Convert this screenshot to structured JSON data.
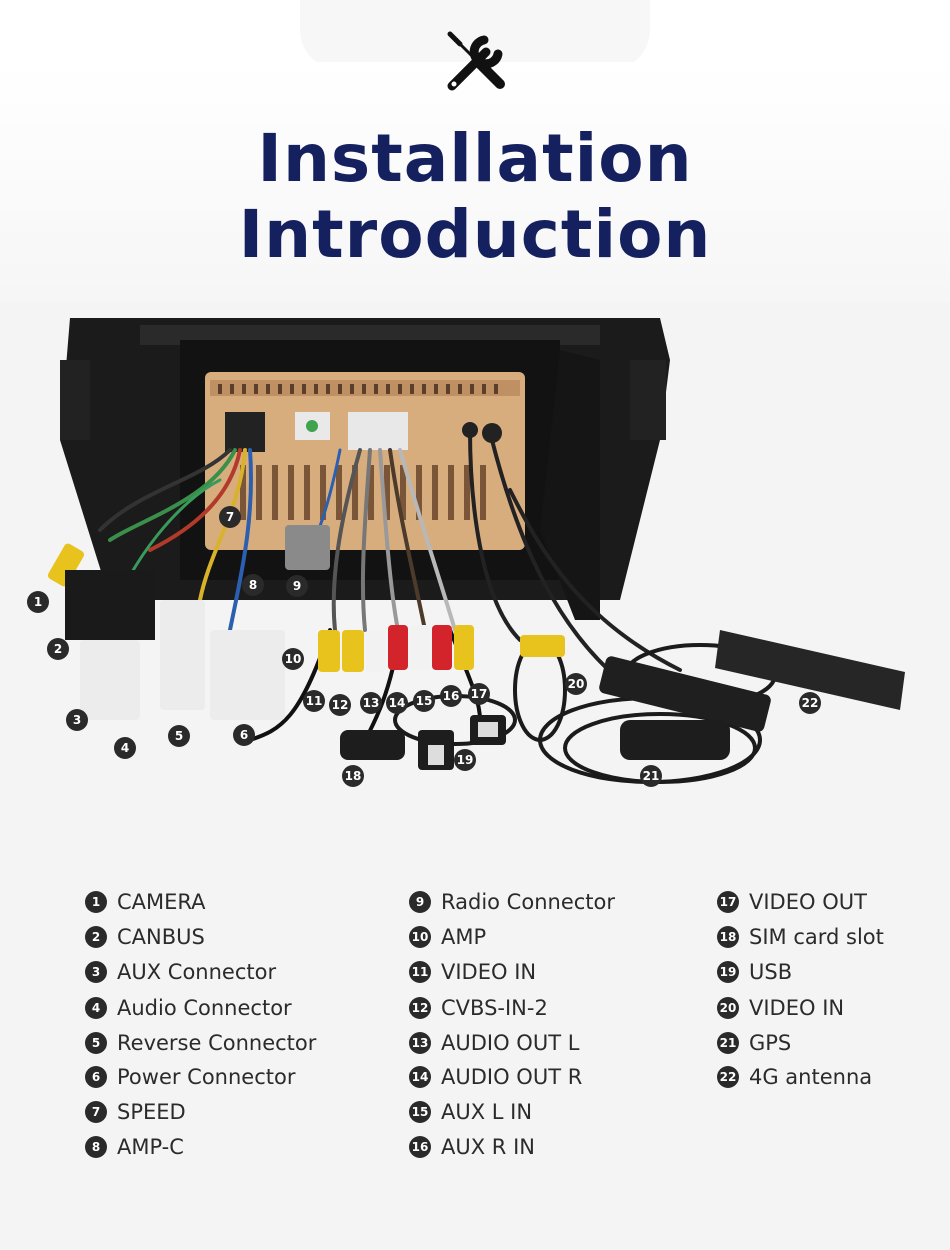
{
  "header": {
    "title_line1": "Installation",
    "title_line2": "Introduction",
    "icon": "wrench-screwdriver-icon"
  },
  "colors": {
    "title": "#15205f",
    "badge": "#2a2a2a",
    "text": "#2b2b2b"
  },
  "callouts": [
    "1",
    "2",
    "3",
    "4",
    "5",
    "6",
    "7",
    "8",
    "9",
    "10",
    "11",
    "12",
    "13",
    "14",
    "15",
    "16",
    "17",
    "18",
    "19",
    "20",
    "21",
    "22"
  ],
  "legend": {
    "col1": [
      {
        "num": "1",
        "label": "CAMERA"
      },
      {
        "num": "2",
        "label": "CANBUS"
      },
      {
        "num": "3",
        "label": "AUX Connector"
      },
      {
        "num": "4",
        "label": "Audio Connector"
      },
      {
        "num": "5",
        "label": "Reverse Connector"
      },
      {
        "num": "6",
        "label": "Power Connector"
      },
      {
        "num": "7",
        "label": "SPEED"
      },
      {
        "num": "8",
        "label": "AMP-C"
      }
    ],
    "col2": [
      {
        "num": "9",
        "label": "Radio Connector"
      },
      {
        "num": "10",
        "label": "AMP"
      },
      {
        "num": "11",
        "label": "VIDEO IN"
      },
      {
        "num": "12",
        "label": "CVBS-IN-2"
      },
      {
        "num": "13",
        "label": "AUDIO OUT L"
      },
      {
        "num": "14",
        "label": "AUDIO OUT R"
      },
      {
        "num": "15",
        "label": "AUX L IN"
      },
      {
        "num": "16",
        "label": "AUX R IN"
      }
    ],
    "col3": [
      {
        "num": "17",
        "label": "VIDEO OUT"
      },
      {
        "num": "18",
        "label": "SIM card slot"
      },
      {
        "num": "19",
        "label": "USB"
      },
      {
        "num": "20",
        "label": "VIDEO IN"
      },
      {
        "num": "21",
        "label": "GPS"
      },
      {
        "num": "22",
        "label": "4G antenna"
      }
    ]
  }
}
